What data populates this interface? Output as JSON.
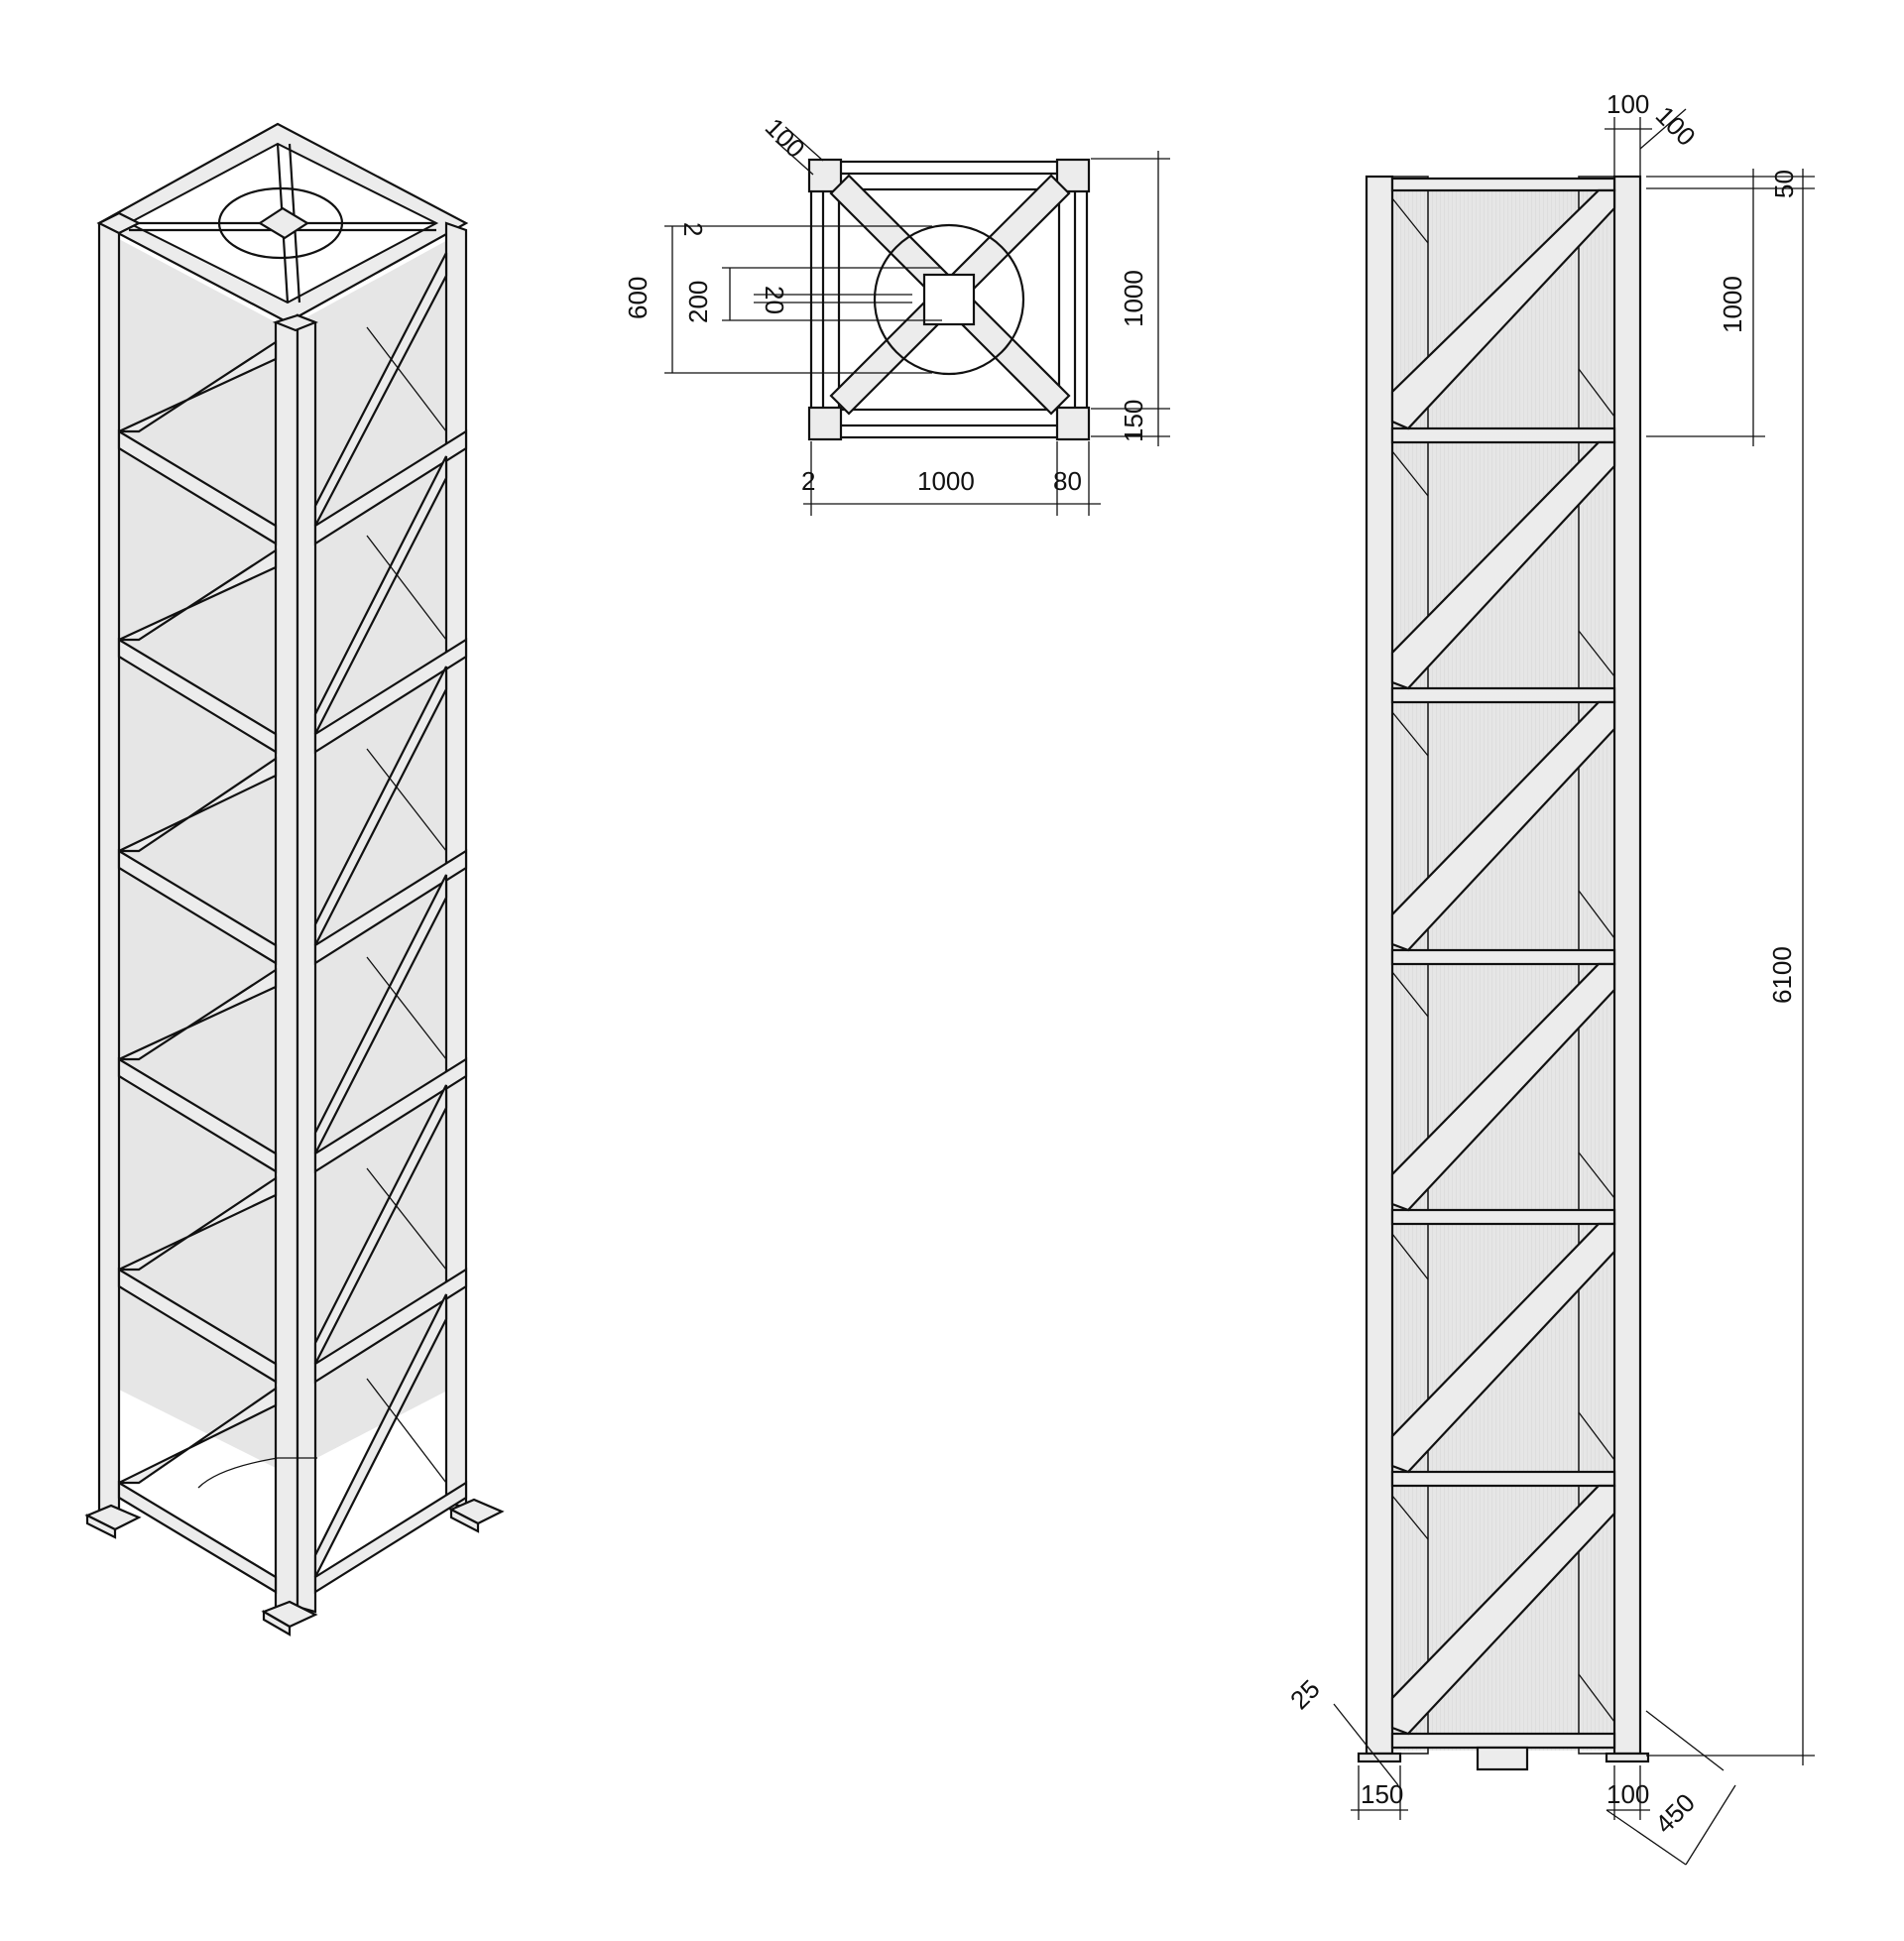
{
  "colors": {
    "line": "#111111",
    "member_fill": "#ececec",
    "panel_fill": "#e2e2e2",
    "background": "#ffffff"
  },
  "plan_dimensions": {
    "top_chamfer": "100",
    "left_small": "2",
    "left_total": "600",
    "circle": "200",
    "hub": "20",
    "right_span": "1000",
    "right_corner": "150",
    "bottom_left": "2",
    "bottom_span": "1000",
    "bottom_right": "80"
  },
  "elevation_dimensions": {
    "top_left": "100",
    "top_right": "100",
    "top_edge": "50",
    "module_height": "1000",
    "total_height": "6100",
    "foot_chamfer": "25",
    "foot_width": "150",
    "foot_offset": "100",
    "foot_diagonal": "450"
  }
}
